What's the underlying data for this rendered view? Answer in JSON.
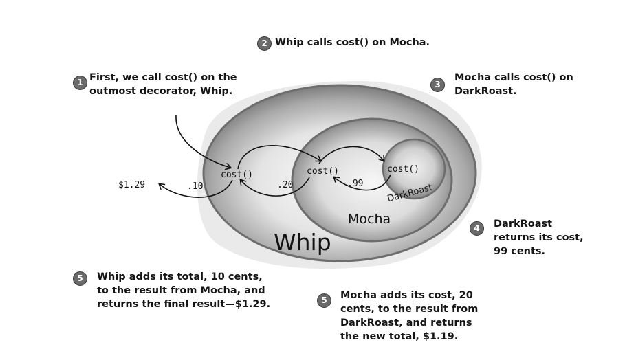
{
  "steps": [
    {
      "number": "1",
      "text": "First, we call cost() on the\noutmost decorator, Whip."
    },
    {
      "number": "2",
      "text": "Whip calls cost() on Mocha."
    },
    {
      "number": "3",
      "text": "Mocha calls cost() on\nDarkRoast."
    },
    {
      "number": "4",
      "text": "DarkRoast\nreturns its cost,\n99 cents."
    },
    {
      "number": "5",
      "text": "Mocha adds its cost, 20\ncents, to the result from\nDarkRoast, and returns\nthe new total, $1.19."
    },
    {
      "number": "5",
      "text": "Whip adds its total, 10 cents,\nto the result from Mocha, and\nreturns the final result—$1.29."
    }
  ],
  "diagram": {
    "whip": {
      "name": "Whip",
      "call": "cost()",
      "cost": ".10"
    },
    "mocha": {
      "name": "Mocha",
      "call": "cost()",
      "cost": ".20"
    },
    "darkroast": {
      "name": "DarkRoast",
      "call": "cost()",
      "cost": ".99"
    },
    "final_result": "$1.29"
  }
}
